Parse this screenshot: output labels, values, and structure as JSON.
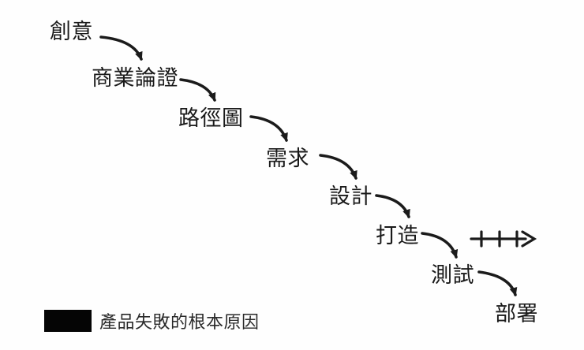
{
  "diagram": {
    "type": "waterfall-process-flow",
    "steps": [
      {
        "label": "創意"
      },
      {
        "label": "商業論證"
      },
      {
        "label": "路徑圖"
      },
      {
        "label": "需求"
      },
      {
        "label": "設計"
      },
      {
        "label": "打造"
      },
      {
        "label": "測試"
      },
      {
        "label": "部署"
      }
    ],
    "legend": {
      "caption": "產品失敗的根本原因"
    },
    "icons": {
      "curved_arrow": "hand-drawn arrow curving down-right between steps",
      "tick_arrow": "horizontal right arrow crossed by three tick marks (+++→)"
    },
    "colors": {
      "ink": "#1b1b1b",
      "background": "#fefefe",
      "legend_swatch": "#050505"
    }
  }
}
